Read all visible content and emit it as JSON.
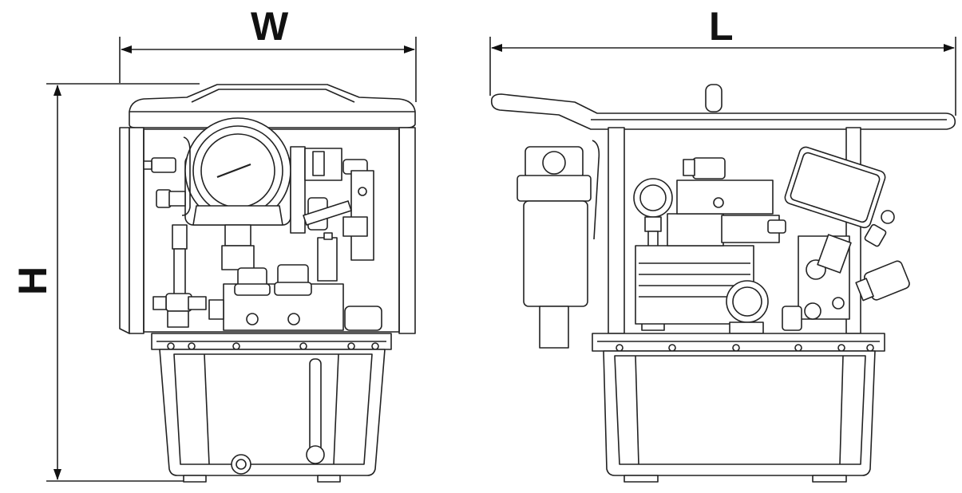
{
  "dimension_labels": {
    "width": "W",
    "length": "L",
    "height": "H"
  },
  "colors": {
    "line": "#222222",
    "background": "#ffffff"
  }
}
